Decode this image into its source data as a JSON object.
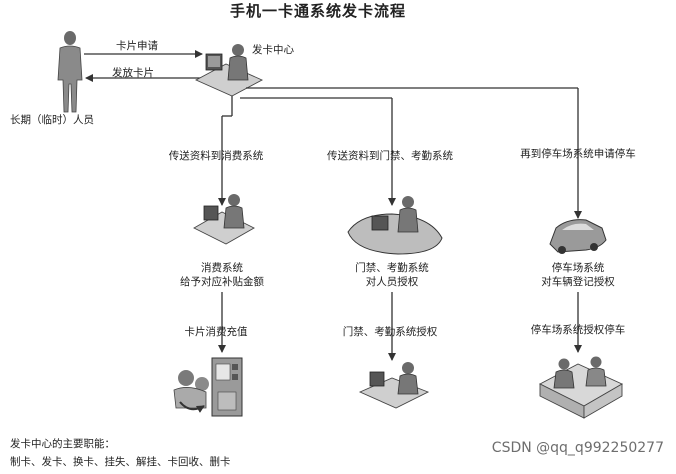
{
  "title": "手机一卡通系统发卡流程",
  "actors": {
    "person": "长期（临时）人员",
    "issuing_center": "发卡中心"
  },
  "arrows": {
    "apply": "卡片申请",
    "issue": "发放卡片"
  },
  "branches": {
    "consumption": {
      "transfer": "传送资料到消费系统",
      "system_line1": "消费系统",
      "system_line2": "给予对应补贴金额",
      "action": "卡片消费充值"
    },
    "access": {
      "transfer": "传送资料到门禁、考勤系统",
      "system_line1": "门禁、考勤系统",
      "system_line2": "对人员授权",
      "action": "门禁、考勤系统授权"
    },
    "parking": {
      "transfer": "再到停车场系统申请停车",
      "system_line1": "停车场系统",
      "system_line2": "对车辆登记授权",
      "action": "停车场系统授权停车"
    }
  },
  "duties": {
    "heading": "发卡中心的主要职能：",
    "items": "制卡、发卡、换卡、挂失、解挂、卡回收、删卡"
  },
  "watermark": "CSDN @qq_q992250277"
}
